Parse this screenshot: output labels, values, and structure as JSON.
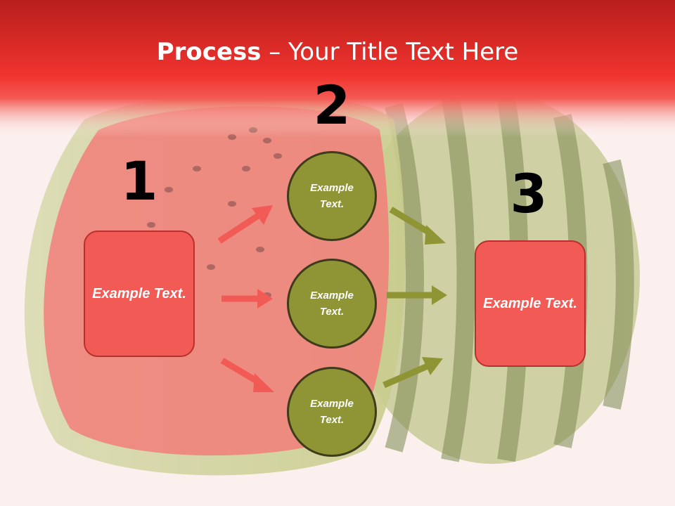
{
  "title": {
    "bold": "Process",
    "rest": " – Your Title Text Here"
  },
  "steps": [
    {
      "number": "1",
      "text": "Example Text."
    },
    {
      "number": "2",
      "circles": [
        "Example Text.",
        "Example Text.",
        "Example Text."
      ]
    },
    {
      "number": "3",
      "text": "Example Text."
    }
  ],
  "colors": {
    "header_red": "#f03a33",
    "box_red": "#f25a55",
    "circle_olive": "#8f9434",
    "arrow_red": "#f25a55",
    "arrow_olive": "#8f9434"
  }
}
